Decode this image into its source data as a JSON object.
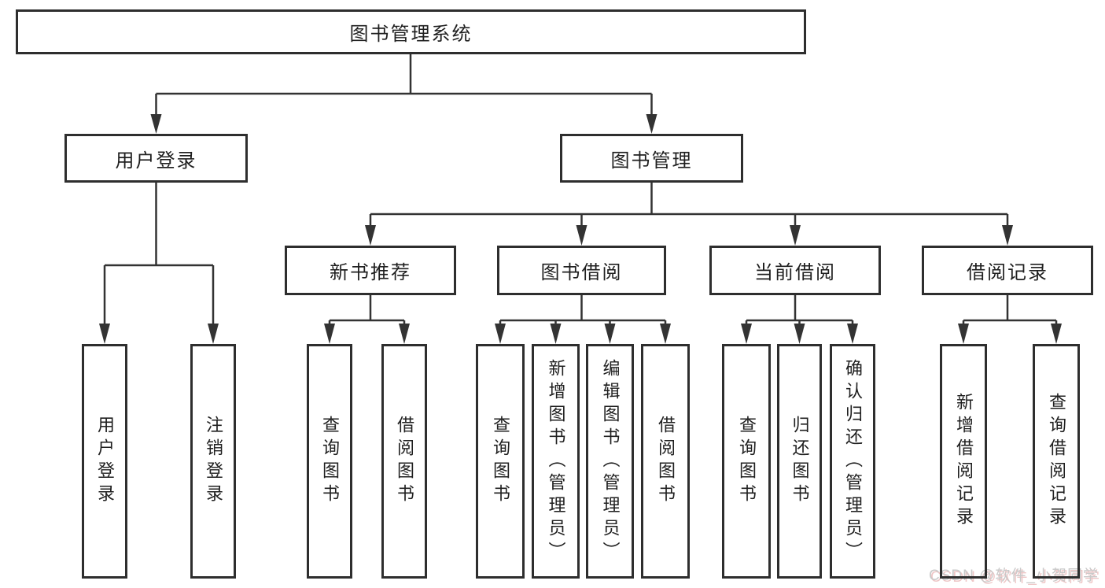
{
  "diagram": {
    "type": "hierarchy-tree",
    "orientation": "top-down",
    "colors": {
      "background": "#ffffff",
      "box_border": "#2e2e2e",
      "line": "#333333",
      "text": "#1f1f1f",
      "watermark_text": "#c9c9c9",
      "watermark_shadow": "#eec6c6"
    }
  },
  "tree": {
    "root": {
      "label": "图书管理系统",
      "children": [
        {
          "label": "用户登录",
          "children": [
            {
              "label": "用户登录"
            },
            {
              "label": "注销登录"
            }
          ]
        },
        {
          "label": "图书管理",
          "children": [
            {
              "label": "新书推荐",
              "children": [
                {
                  "label": "查询图书"
                },
                {
                  "label": "借阅图书"
                }
              ]
            },
            {
              "label": "图书借阅",
              "children": [
                {
                  "label": "查询图书"
                },
                {
                  "label": "新增图书（管理员）"
                },
                {
                  "label": "编辑图书（管理员）"
                },
                {
                  "label": "借阅图书"
                }
              ]
            },
            {
              "label": "当前借阅",
              "children": [
                {
                  "label": "查询图书"
                },
                {
                  "label": "归还图书"
                },
                {
                  "label": "确认归还（管理员）"
                }
              ]
            },
            {
              "label": "借阅记录",
              "children": [
                {
                  "label": "新增借阅记录"
                },
                {
                  "label": "查询借阅记录"
                }
              ]
            }
          ]
        }
      ]
    }
  },
  "watermark": {
    "text": "CSDN @软件_小贺同学"
  }
}
